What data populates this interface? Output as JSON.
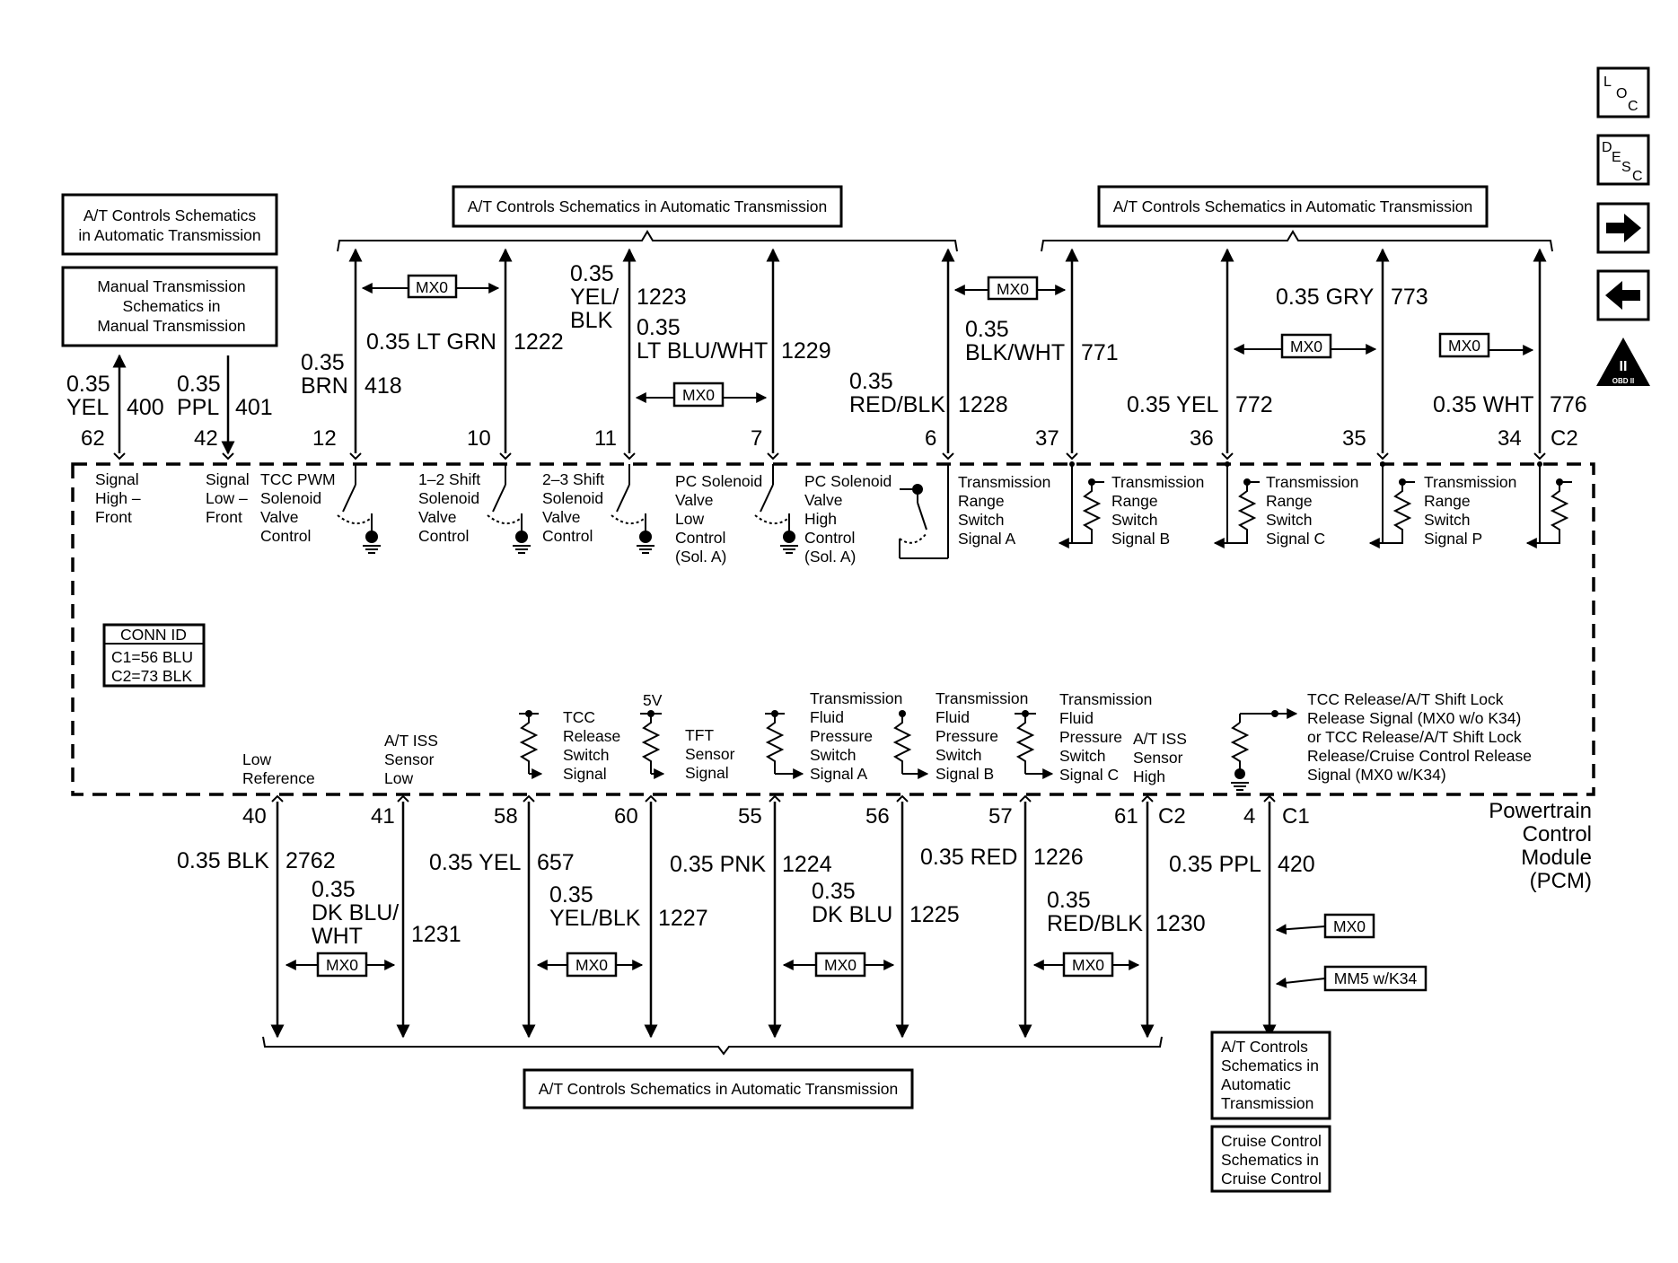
{
  "boxes": {
    "at_left": [
      "A/T Controls Schematics",
      "in Automatic Transmission"
    ],
    "manual": [
      "Manual Transmission",
      "Schematics in",
      "Manual Transmission"
    ],
    "top_mid": "A/T Controls Schematics in Automatic Transmission",
    "top_right": "A/T Controls Schematics in Automatic Transmission",
    "bottom": "A/T Controls Schematics in Automatic Transmission",
    "br_at": [
      "A/T Controls",
      "Schematics in",
      "Automatic",
      "Transmission"
    ],
    "br_cruise": [
      "Cruise Control",
      "Schematics in",
      "Cruise Control"
    ],
    "conn_id_title": "CONN ID",
    "conn_id_lines": [
      "C1=56 BLU",
      "C2=73 BLK"
    ]
  },
  "nav": {
    "loc": [
      "L",
      "O",
      "C"
    ],
    "desc": [
      "D",
      "E",
      "S",
      "C"
    ],
    "obd": [
      "II",
      "OBD II"
    ],
    "next_icon": "right-arrow-icon",
    "prev_icon": "left-arrow-icon"
  },
  "tags": {
    "mx0": "MX0",
    "mm5": "MM5 w/K34"
  },
  "connectors": {
    "c1": "C1",
    "c2_top": "C2",
    "c2_bottom": "C2"
  },
  "pcm_label": [
    "Powertrain",
    "Control",
    "Module",
    "(PCM)"
  ],
  "voltage": "5V",
  "top_wires": {
    "w400": {
      "gauge": "0.35",
      "color": "YEL",
      "circuit": "400",
      "pin": "62"
    },
    "w401": {
      "gauge": "0.35",
      "color": "PPL",
      "circuit": "401",
      "pin": "42"
    },
    "w418": {
      "gauge": "0.35",
      "color": "BRN",
      "circuit": "418",
      "pin": "12"
    },
    "w1222": {
      "label": "0.35 LT GRN",
      "circuit": "1222",
      "pin": "10"
    },
    "w1223": {
      "gauge": "0.35",
      "color1": "YEL/",
      "color2": "BLK",
      "circuit": "1223",
      "pin": "11"
    },
    "w1229": {
      "gauge": "0.35",
      "color": "LT BLU/WHT",
      "circuit": "1229",
      "pin": "7"
    },
    "w1228": {
      "gauge": "0.35",
      "color": "RED/BLK",
      "circuit": "1228",
      "pin": "6"
    },
    "w771": {
      "gauge": "0.35",
      "color": "BLK/WHT",
      "circuit": "771",
      "pin": "37"
    },
    "w772": {
      "label": "0.35 YEL",
      "circuit": "772",
      "pin": "36"
    },
    "w773": {
      "label": "0.35 GRY",
      "circuit": "773",
      "pin": "35"
    },
    "w776": {
      "label": "0.35 WHT",
      "circuit": "776",
      "pin": "34"
    }
  },
  "bottom_wires": {
    "w2762": {
      "label": "0.35 BLK",
      "circuit": "2762",
      "pin": "40"
    },
    "w1231": {
      "gauge": "0.35",
      "color1": "DK BLU/",
      "color2": "WHT",
      "circuit": "1231",
      "pin": "41"
    },
    "w657": {
      "label": "0.35 YEL",
      "circuit": "657",
      "pin": "58"
    },
    "w1227": {
      "gauge": "0.35",
      "color": "YEL/BLK",
      "circuit": "1227",
      "pin": "60"
    },
    "w1224": {
      "label": "0.35 PNK",
      "circuit": "1224",
      "pin": "55"
    },
    "w1225": {
      "gauge": "0.35",
      "color": "DK BLU",
      "circuit": "1225",
      "pin": "56"
    },
    "w1226": {
      "label": "0.35 RED",
      "circuit": "1226",
      "pin": "57"
    },
    "w1230": {
      "gauge": "0.35",
      "color": "RED/BLK",
      "circuit": "1230",
      "pin": "61"
    },
    "w420": {
      "label": "0.35 PPL",
      "circuit": "420",
      "pin": "4"
    }
  },
  "internal_top": {
    "sig_high": [
      "Signal",
      "High –",
      "Front"
    ],
    "sig_low": [
      "Signal",
      "Low –",
      "Front"
    ],
    "tcc_pwm": [
      "TCC PWM",
      "Solenoid",
      "Valve",
      "Control"
    ],
    "shift12": [
      "1–2 Shift",
      "Solenoid",
      "Valve",
      "Control"
    ],
    "shift23": [
      "2–3 Shift",
      "Solenoid",
      "Valve",
      "Control"
    ],
    "pc_low": [
      "PC Solenoid",
      "Valve",
      "Low",
      "Control",
      "(Sol. A)"
    ],
    "pc_high": [
      "PC Solenoid",
      "Valve",
      "High",
      "Control",
      "(Sol. A)"
    ],
    "trs_a": [
      "Transmission",
      "Range",
      "Switch",
      "Signal A"
    ],
    "trs_b": [
      "Transmission",
      "Range",
      "Switch",
      "Signal B"
    ],
    "trs_c": [
      "Transmission",
      "Range",
      "Switch",
      "Signal C"
    ],
    "trs_p": [
      "Transmission",
      "Range",
      "Switch",
      "Signal P"
    ]
  },
  "internal_bottom": {
    "low_ref": [
      "Low",
      "Reference"
    ],
    "iss_low": [
      "A/T ISS",
      "Sensor",
      "Low"
    ],
    "tcc_rel": [
      "TCC",
      "Release",
      "Switch",
      "Signal"
    ],
    "tft": [
      "TFT",
      "Sensor",
      "Signal"
    ],
    "tfp_a": [
      "Transmission",
      "Fluid",
      "Pressure",
      "Switch",
      "Signal A"
    ],
    "tfp_b": [
      "Transmission",
      "Fluid",
      "Pressure",
      "Switch",
      "Signal B"
    ],
    "tfp_c": [
      "Transmission",
      "Fluid",
      "Pressure",
      "Switch",
      "Signal C"
    ],
    "iss_high": [
      "A/T ISS",
      "Sensor",
      "High"
    ],
    "tcc_shift_lock": [
      "TCC Release/A/T Shift Lock",
      "Release Signal (MX0 w/o K34)",
      "or TCC Release/A/T Shift Lock",
      "Release/Cruise Control Release",
      "Signal (MX0 w/K34)"
    ]
  }
}
